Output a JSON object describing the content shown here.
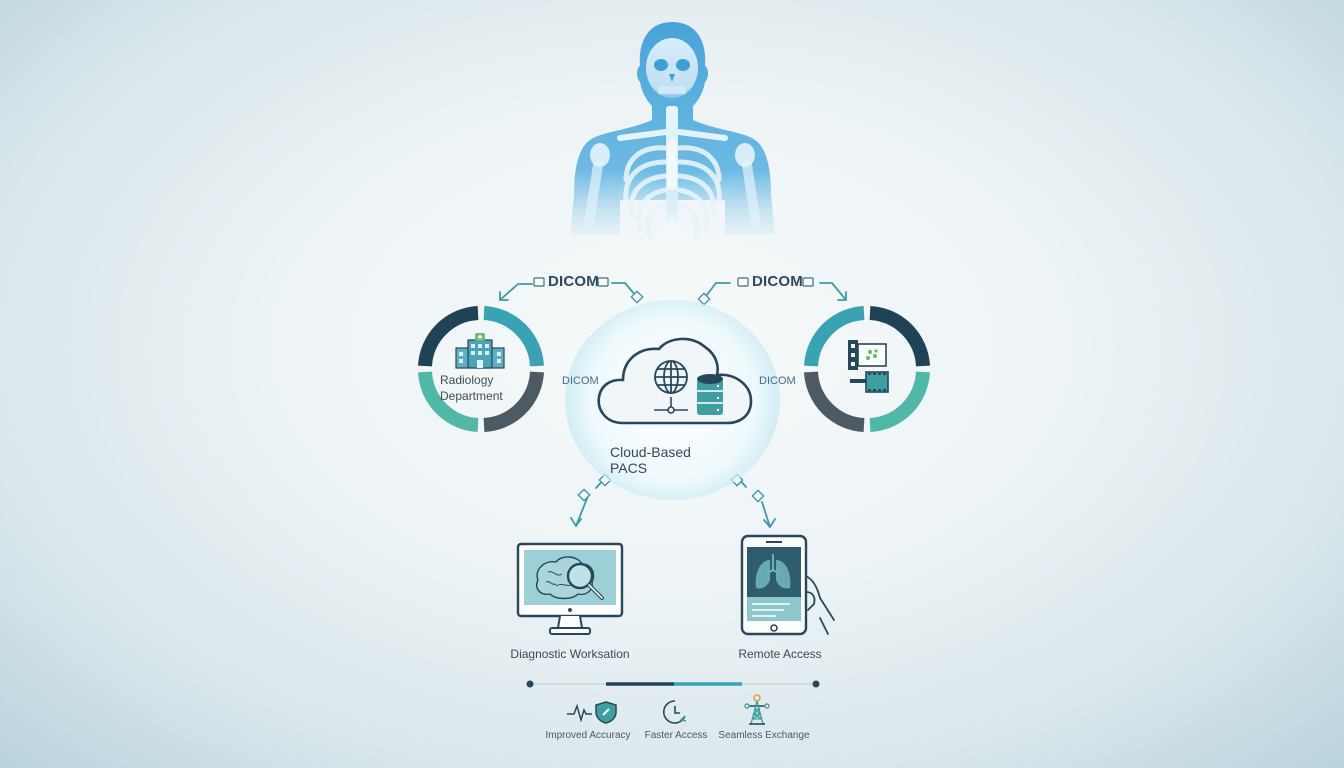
{
  "diagram": {
    "title_figure": "x-ray skeleton torso",
    "center_node": {
      "label_line1": "Cloud-Based",
      "label_line2": "PACS",
      "icons": [
        "globe-icon",
        "network-node-icon",
        "database-icon"
      ]
    },
    "connections": {
      "top_left_label": "DICOM",
      "top_right_label": "DICOM",
      "side_left_label": "DICOM",
      "side_right_label": "DICOM"
    },
    "left_node": {
      "label_line1": "Radiology",
      "label_line2": "Department",
      "icon": "hospital-building-icon"
    },
    "right_node": {
      "label": "",
      "icon": "imaging-film-icon"
    },
    "bottom_left_node": {
      "label": "Diagnostic Worksation",
      "icon": "monitor-brain-magnifier-icon"
    },
    "bottom_right_node": {
      "label": "Remote Access",
      "icon": "tablet-lungs-hand-icon"
    },
    "benefits": [
      {
        "label": "Improved Accuracy",
        "icon": "heartbeat-shield-icon"
      },
      {
        "label": "Faster Access",
        "icon": "clock-refresh-icon"
      },
      {
        "label": "Seamless Exchange",
        "icon": "tower-network-icon"
      }
    ],
    "colors": {
      "dark_navy": "#1f4257",
      "teal": "#3aa3b3",
      "mint": "#4fb8a6",
      "slate": "#4e5a63",
      "xray_blue": "#3f9fd6",
      "glow": "#9fdcec"
    }
  }
}
